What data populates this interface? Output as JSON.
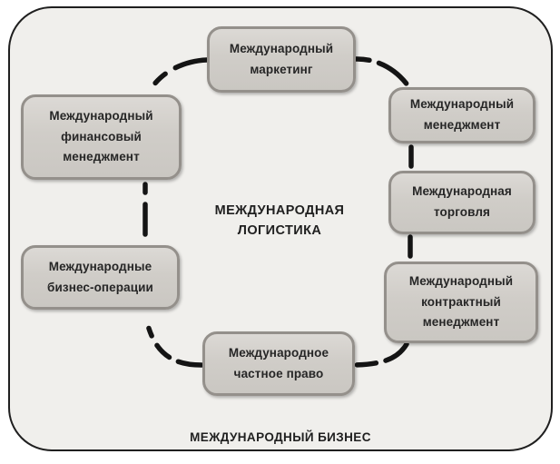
{
  "diagram": {
    "center_label": "МЕЖДУНАРОДНАЯ ЛОГИСТИКА",
    "footer_label": "МЕЖДУНАРОДНЫЙ БИЗНЕС",
    "nodes": [
      {
        "id": "marketing",
        "label": "Международный маркетинг"
      },
      {
        "id": "financial-management",
        "label": "Международный финансовый менеджмент"
      },
      {
        "id": "management",
        "label": "Международный менеджмент"
      },
      {
        "id": "trade",
        "label": "Международная торговля"
      },
      {
        "id": "contract-management",
        "label": "Международный контрактный менеджмент"
      },
      {
        "id": "private-law",
        "label": "Международное частное право"
      },
      {
        "id": "business-operations",
        "label": "Международные бизнес-операции"
      }
    ],
    "colors": {
      "canvas_background": "#f0efec",
      "canvas_border": "#1f1f1f",
      "node_fill": "#d0cdc8",
      "node_border": "#94908b",
      "node_text": "#262626",
      "connector": "#141414"
    }
  }
}
